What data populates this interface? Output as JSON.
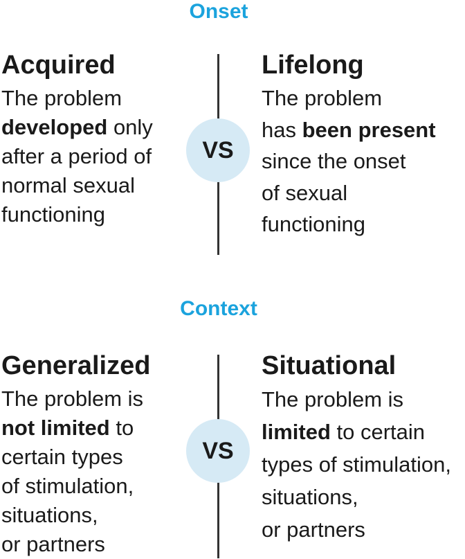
{
  "sections": [
    {
      "title": "Onset",
      "vs_label": "VS",
      "left": {
        "heading": "Acquired",
        "lines": [
          [
            {
              "t": "The problem"
            }
          ],
          [
            {
              "t": "developed",
              "b": true
            },
            {
              "t": " only"
            }
          ],
          [
            {
              "t": "after a period of"
            }
          ],
          [
            {
              "t": "normal sexual"
            }
          ],
          [
            {
              "t": "functioning"
            }
          ]
        ]
      },
      "right": {
        "heading": "Lifelong",
        "lines": [
          [
            {
              "t": "The problem"
            }
          ],
          [
            {
              "t": "has "
            },
            {
              "t": "been present",
              "b": true
            }
          ],
          [
            {
              "t": "since the onset"
            }
          ],
          [
            {
              "t": "of sexual"
            }
          ],
          [
            {
              "t": "functioning"
            }
          ]
        ]
      }
    },
    {
      "title": "Context",
      "vs_label": "VS",
      "left": {
        "heading": "Generalized",
        "lines": [
          [
            {
              "t": "The problem is"
            }
          ],
          [
            {
              "t": "not limited",
              "b": true
            },
            {
              "t": " to"
            }
          ],
          [
            {
              "t": "certain types"
            }
          ],
          [
            {
              "t": "of stimulation,"
            }
          ],
          [
            {
              "t": "situations,"
            }
          ],
          [
            {
              "t": "or partners"
            }
          ]
        ]
      },
      "right": {
        "heading": "Situational",
        "lines": [
          [
            {
              "t": "The problem is"
            }
          ],
          [
            {
              "t": "limited",
              "b": true
            },
            {
              "t": " to certain"
            }
          ],
          [
            {
              "t": "types of stimulation,"
            }
          ],
          [
            {
              "t": "situations,"
            }
          ],
          [
            {
              "t": "or partners"
            }
          ]
        ]
      }
    }
  ],
  "colors": {
    "section_title": "#1ba3dd",
    "vs_circle": "#d6eaf5",
    "divider": "#333333",
    "text": "#1a1a1a"
  }
}
